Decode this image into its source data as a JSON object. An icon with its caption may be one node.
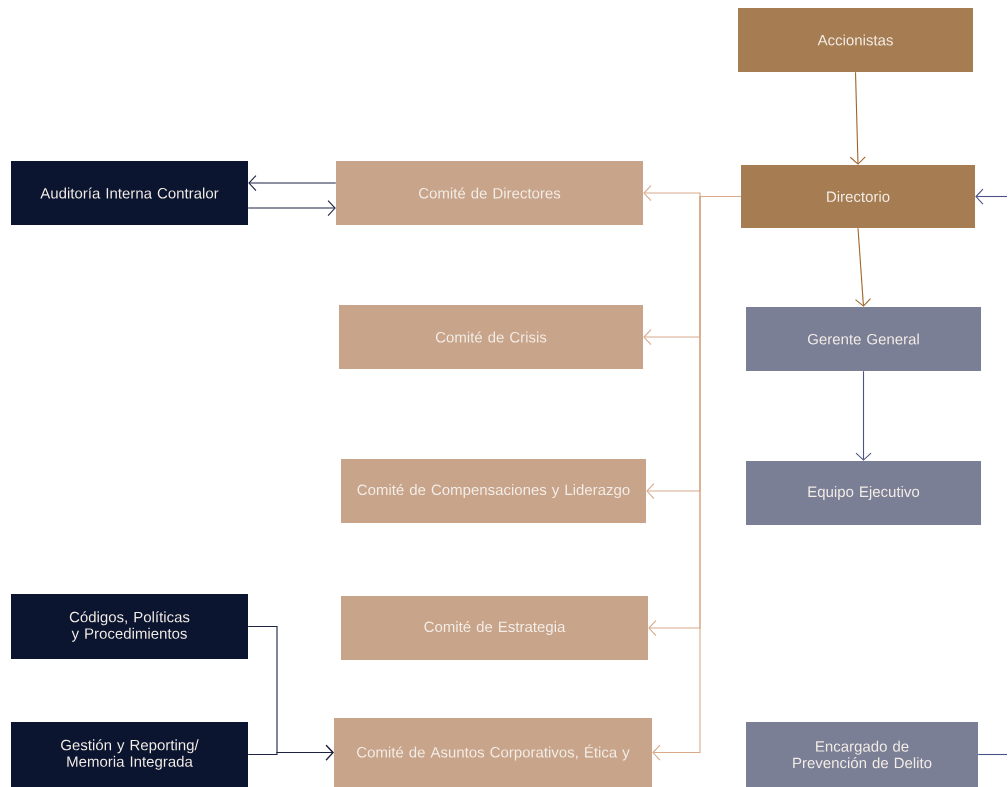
{
  "diagram": {
    "nodes": [
      {
        "text": [
          "Accionistas"
        ]
      },
      {
        "text": [
          "Comité de Directores"
        ]
      },
      {
        "text": [
          "Directorio"
        ]
      },
      {
        "text": [
          "Auditoría Interna Contralor"
        ]
      },
      {
        "text": [
          "Comité de Crisis"
        ]
      },
      {
        "text": [
          "Gerente General"
        ]
      },
      {
        "text": [
          "Comité de Compensaciones y Liderazgo"
        ]
      },
      {
        "text": [
          "Equipo Ejecutivo"
        ]
      },
      {
        "text": [
          "Códigos, Políticas y Procedimientos"
        ]
      },
      {
        "text": [
          "Comité de Estrategia"
        ]
      },
      {
        "text": [
          "Gestión y Reporting/ Memoria Integrada"
        ]
      },
      {
        "text": [
          "Comité de Asuntos Corporativos, Ética y"
        ]
      },
      {
        "text": [
          "Encargado de Prevención de Delito"
        ]
      }
    ],
    "edges": [
      {
        "from": 0,
        "to": 2,
        "arrow": "to",
        "color": "#a0642a"
      },
      {
        "from": 2,
        "to": 1,
        "arrow": "to"
      },
      {
        "from": 1,
        "to": 3,
        "arrow": "to",
        "color": "#1c2340"
      },
      {
        "from": 3,
        "to": 1,
        "arrow": "to",
        "color": "#1c2340"
      },
      {
        "from": null,
        "to": 2,
        "arrow": "to",
        "color": "#4b5388"
      },
      {
        "from": 2,
        "to": 4,
        "arrow": "to"
      },
      {
        "from": 2,
        "to": 5,
        "arrow": "to",
        "color": "#a0642a"
      },
      {
        "from": 2,
        "to": 6,
        "arrow": "to"
      },
      {
        "from": 5,
        "to": 7,
        "arrow": "to",
        "color": "#4b5388"
      },
      {
        "from": 2,
        "to": 9,
        "arrow": "to"
      },
      {
        "from": 8,
        "to": 11,
        "arrow": "to",
        "color": "#1c2340"
      },
      {
        "from": 10,
        "to": 11,
        "arrow": "to",
        "color": "#1c2340"
      },
      {
        "from": 2,
        "to": 11,
        "arrow": "to"
      },
      {
        "from": 12,
        "to": null,
        "arrow": "none",
        "color": "#4b5388"
      }
    ]
  }
}
